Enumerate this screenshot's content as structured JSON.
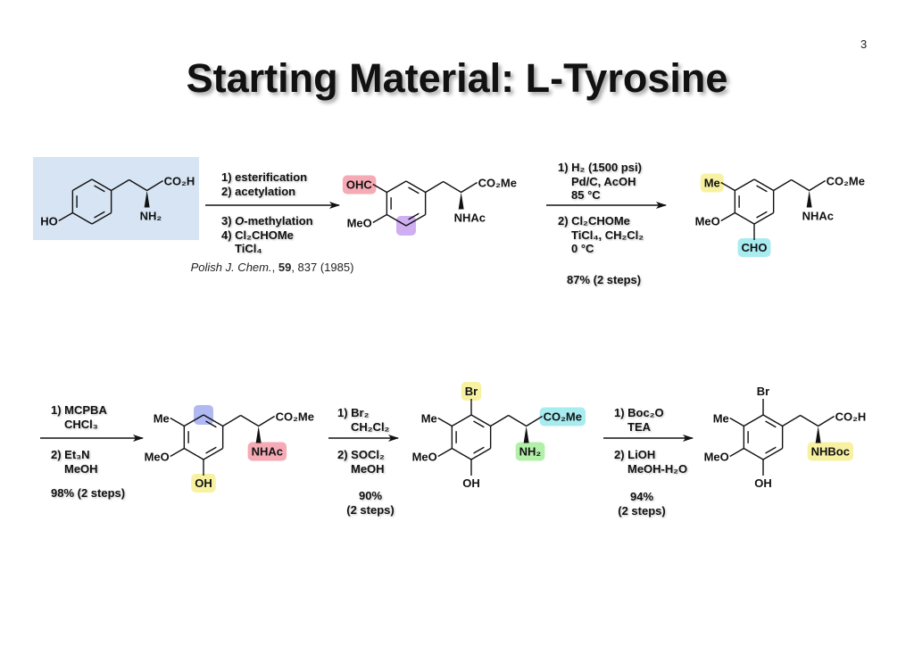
{
  "slide": {
    "title": "Starting Material: L-Tyrosine",
    "page_number": "3"
  },
  "colors": {
    "box": "#d6e4f3",
    "pink": "#f5aab5",
    "purple": "#cfaef2",
    "yellow": "#f7f2a2",
    "cyan": "#a8ecf0",
    "blue": "#b0b9f2",
    "green": "#b2f0aa"
  },
  "citation": {
    "journal": "Polish J. Chem.",
    "sep": ", ",
    "volume": "59",
    "rest": ", 837 (1985)"
  },
  "molecules": [
    {
      "name": "l-tyrosine",
      "labels": {
        "v4": "HO",
        "co2": "CO₂H",
        "nh": "NH₂"
      },
      "highlights": []
    },
    {
      "name": "aldehyde-1",
      "labels": {
        "v5": "OHC",
        "v4": "MeO",
        "co2": "CO₂Me",
        "nh": "NHAc"
      },
      "highlights": [
        {
          "target": "v5",
          "color": "pink"
        },
        {
          "target": "v3",
          "color": "purple"
        }
      ]
    },
    {
      "name": "aldehyde-2",
      "labels": {
        "v5": "Me",
        "v4": "MeO",
        "v3": "CHO",
        "co2": "CO₂Me",
        "nh": "NHAc"
      },
      "highlights": [
        {
          "target": "v5",
          "color": "yellow"
        },
        {
          "target": "v3",
          "color": "cyan"
        }
      ]
    },
    {
      "name": "phenol",
      "labels": {
        "v5": "Me",
        "v4": "MeO",
        "v3": "OH",
        "co2": "CO₂Me",
        "nh": "NHAc"
      },
      "highlights": [
        {
          "target": "v0",
          "color": "blue"
        },
        {
          "target": "v3",
          "color": "yellow"
        },
        {
          "target": "nh",
          "color": "pink"
        }
      ]
    },
    {
      "name": "bromide-amine",
      "labels": {
        "v0": "Br",
        "v5": "Me",
        "v4": "MeO",
        "v3": "OH",
        "co2": "CO₂Me",
        "nh": "NH₂"
      },
      "highlights": [
        {
          "target": "v0",
          "color": "yellow"
        },
        {
          "target": "co2",
          "color": "cyan"
        },
        {
          "target": "nh",
          "color": "green"
        }
      ]
    },
    {
      "name": "boc-acid",
      "labels": {
        "v0": "Br",
        "v5": "Me",
        "v4": "MeO",
        "v3": "OH",
        "co2": "CO₂H",
        "nh": "NHBoc"
      },
      "highlights": [
        {
          "target": "nh",
          "color": "yellow"
        }
      ]
    }
  ],
  "steps": [
    {
      "above": [
        "1) esterification",
        "2) acetylation"
      ],
      "below_pre": "3) ",
      "below_italic": "O",
      "below_post": "-methylation",
      "below": [
        "4) Cl₂CHOMe",
        "TiCl₄"
      ]
    },
    {
      "above": [
        "1) H₂ (1500 psi)",
        "Pd/C, AcOH",
        "85 °C"
      ],
      "below": [
        "2) Cl₂CHOMe",
        "TiCl₄, CH₂Cl₂",
        "0 °C"
      ],
      "yield": "87% (2 steps)"
    },
    {
      "above": [
        "1) MCPBA",
        "CHCl₃"
      ],
      "below": [
        "2) Et₃N",
        "MeOH"
      ],
      "yield": "98% (2 steps)"
    },
    {
      "above": [
        "1) Br₂",
        "CH₂Cl₂"
      ],
      "below": [
        "2) SOCl₂",
        "MeOH"
      ],
      "yield": [
        "90%",
        "(2 steps)"
      ]
    },
    {
      "above": [
        "1) Boc₂O",
        "TEA"
      ],
      "below": [
        "2) LiOH",
        "MeOH-H₂O"
      ],
      "yield": [
        "94%",
        "(2 steps)"
      ]
    }
  ]
}
